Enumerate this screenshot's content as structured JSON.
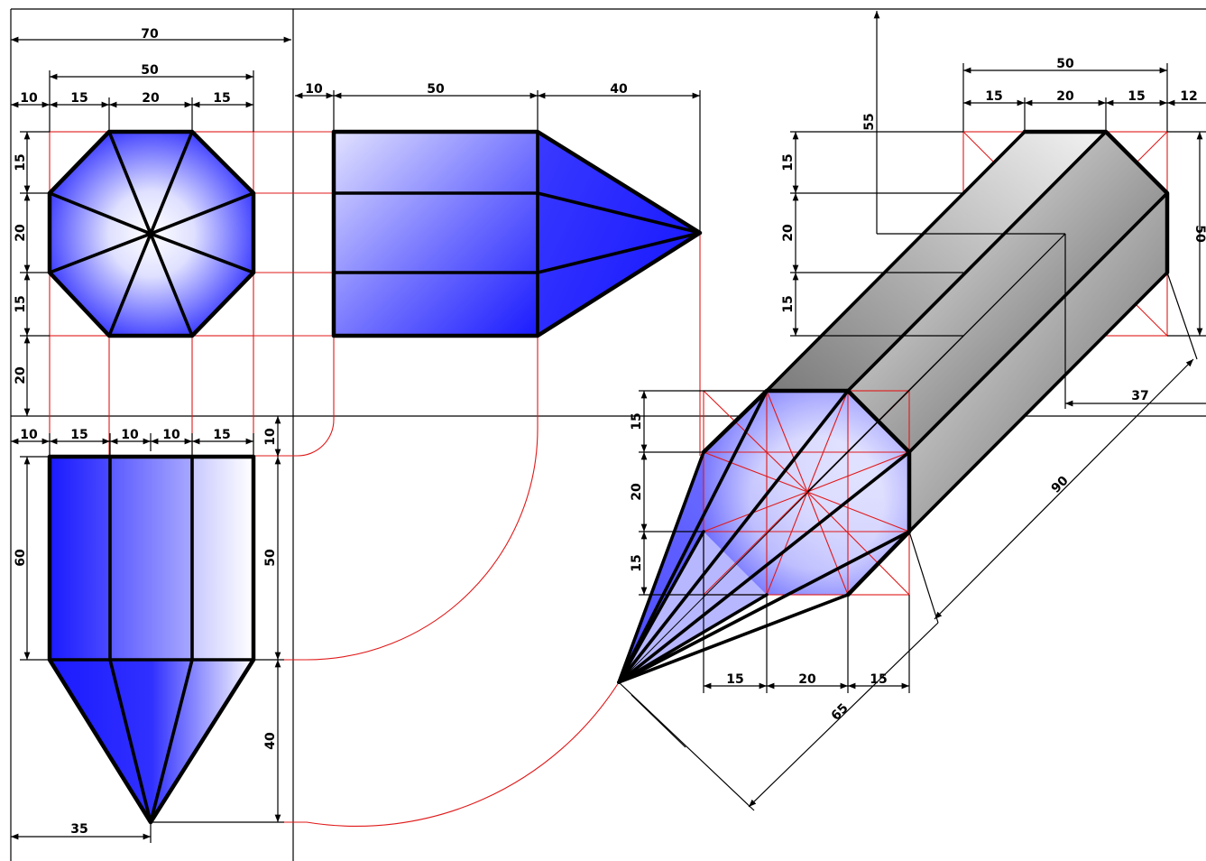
{
  "colors": {
    "blue": "#1a1aff",
    "light": "#ffffff",
    "gray_dark": "#606060",
    "construction": "#e01818",
    "line": "#000000"
  },
  "labels": {
    "front_width_total": "70",
    "front_width": "50",
    "front_10": "10",
    "front_15a": "15",
    "front_20": "20",
    "front_15b": "15",
    "front_left_15a": "15",
    "front_left_20": "20",
    "front_left_15b": "15",
    "front_left_20gap": "20",
    "side_10": "10",
    "side_50": "50",
    "side_40": "40",
    "top_10a": "10",
    "top_15a": "15",
    "top_10b": "10",
    "top_10c": "10",
    "top_15b": "15",
    "top_10v": "10",
    "top_60": "60",
    "top_50": "50",
    "top_40": "40",
    "top_35": "35",
    "iso_50": "50",
    "iso_15a": "15",
    "iso_20": "20",
    "iso_15b": "15",
    "iso_12": "12",
    "iso_55": "55",
    "iso_left_15a": "15",
    "iso_left_20": "20",
    "iso_left_15b": "15",
    "iso_right_50": "50",
    "iso_37": "37",
    "iso_90": "90",
    "iso_front_15a": "15",
    "iso_front_20": "20",
    "iso_front_15b": "15",
    "iso_bottom_15a": "15",
    "iso_bottom_20": "20",
    "iso_bottom_15b": "15",
    "iso_65": "65"
  }
}
